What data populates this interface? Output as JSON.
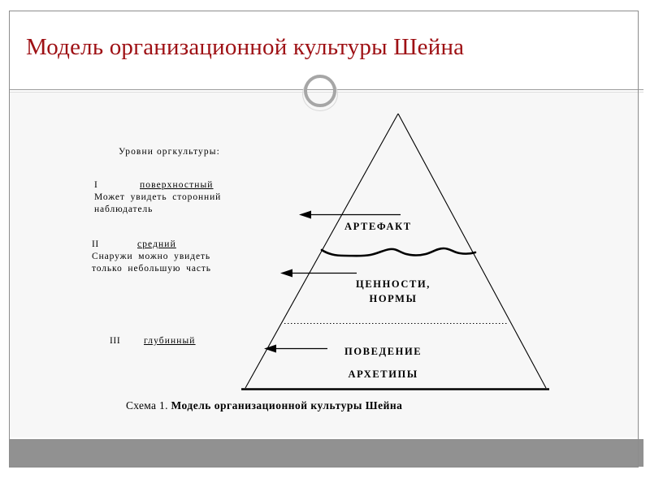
{
  "slide": {
    "title": "Модель организационной культуры Шейна",
    "title_color": "#9e1014",
    "background": "#f7f7f7",
    "header_background": "#ffffff",
    "bottom_bar_color": "#919191",
    "border_color": "#8d8d8d"
  },
  "decor": {
    "ring_name": "circle-ring-decoration",
    "ring_color": "#a6a6a6",
    "divider_color": "#9a9a9a"
  },
  "annotations": {
    "heading": "Уровни оргкультуры:",
    "levels": [
      {
        "numeral": "I",
        "kind": "поверхностный",
        "description_line1": "Может  увидеть  сторонний",
        "description_line2": "наблюдатель"
      },
      {
        "numeral": "II",
        "kind": "средний",
        "description_line1": "Снаружи  можно  увидеть",
        "description_line2": "только небольшую часть"
      },
      {
        "numeral": "III",
        "kind": "глубинный",
        "description_line1": "",
        "description_line2": ""
      }
    ]
  },
  "pyramid": {
    "layers": [
      {
        "label_line1": "АРТЕФАКТ",
        "label_line2": ""
      },
      {
        "label_line1": "ЦЕННОСТИ,",
        "label_line2": "НОРМЫ"
      },
      {
        "label_line1": "ПОВЕДЕНИЕ",
        "label_line2": "АРХЕТИПЫ"
      }
    ],
    "outline_color": "#000000",
    "separator_wavy": "wavy-line",
    "separator_dotted": "dotted-line"
  },
  "caption": {
    "lead": "Схема 1.",
    "main": "Модель организационной культуры Шейна"
  }
}
